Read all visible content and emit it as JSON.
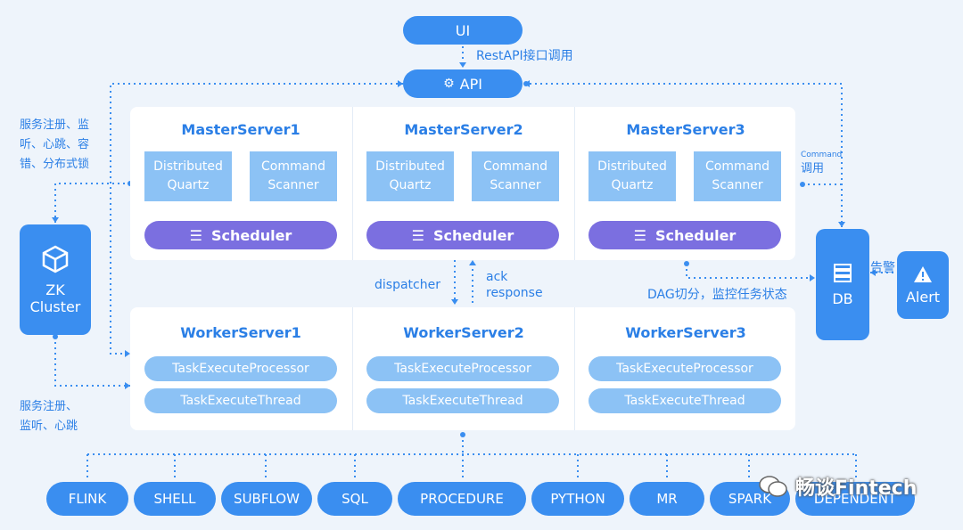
{
  "ui": {
    "label": "UI"
  },
  "restapi": {
    "label": "RestAPI接口调用"
  },
  "api": {
    "label": "API"
  },
  "left_note_top": {
    "lines": [
      "服务注册、监",
      "听、心跳、容",
      "错、分布式锁"
    ]
  },
  "left_note_bottom": {
    "lines": [
      "服务注册、",
      "监听、心跳"
    ]
  },
  "zk": {
    "line1": "ZK",
    "line2": "Cluster"
  },
  "masters": [
    {
      "title": "MasterServer1",
      "quartz": [
        "Distributed",
        "Quartz"
      ],
      "scanner": [
        "Command",
        "Scanner"
      ],
      "scheduler": "Scheduler"
    },
    {
      "title": "MasterServer2",
      "quartz": [
        "Distributed",
        "Quartz"
      ],
      "scanner": [
        "Command",
        "Scanner"
      ],
      "scheduler": "Scheduler"
    },
    {
      "title": "MasterServer3",
      "quartz": [
        "Distributed",
        "Quartz"
      ],
      "scanner": [
        "Command",
        "Scanner"
      ],
      "scheduler": "Scheduler"
    }
  ],
  "workers": [
    {
      "title": "WorkerServer1",
      "processor": "TaskExecuteProcessor",
      "thread": "TaskExecuteThread"
    },
    {
      "title": "WorkerServer2",
      "processor": "TaskExecuteProcessor",
      "thread": "TaskExecuteThread"
    },
    {
      "title": "WorkerServer3",
      "processor": "TaskExecuteProcessor",
      "thread": "TaskExecuteThread"
    }
  ],
  "dispatcher": {
    "label": "dispatcher"
  },
  "ack": {
    "line1": "ack",
    "line2": "response"
  },
  "dag_note": {
    "label": "DAG切分，监控任务状态"
  },
  "command_note": {
    "line1": "Command",
    "line2": "调用"
  },
  "db": {
    "label": "DB"
  },
  "alert_note": {
    "label": "告警"
  },
  "alert": {
    "label": "Alert"
  },
  "plugins": [
    "FLINK",
    "SHELL",
    "SUBFLOW",
    "SQL",
    "PROCEDURE",
    "PYTHON",
    "MR",
    "SPARK",
    "DEPENDENT"
  ],
  "watermark": {
    "label": "畅谈Fintech"
  },
  "colors": {
    "accent": "#3a8ef0",
    "scheduler": "#7b6fe0",
    "light_box": "#8cc2f5",
    "title": "#2b7fe6",
    "background": "#eef4fb"
  }
}
